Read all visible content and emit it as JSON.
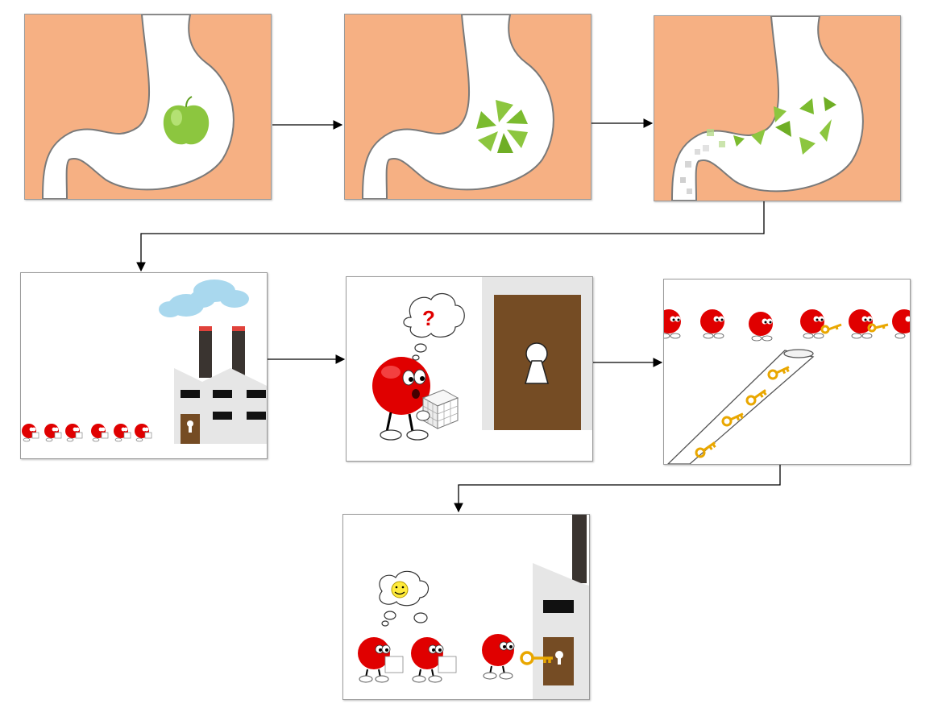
{
  "thought_question": "?",
  "colors": {
    "stomach_bg": "#f6b083",
    "stomach_outline": "#7a7a7a",
    "apple": "#8cc63f",
    "apple_dark": "#5f9e1f",
    "cell_red": "#e00000",
    "cell_highlight": "#ff6a6a",
    "door_brown": "#754c24",
    "key_gold": "#e9a700",
    "factory_grey": "#e6e6e6",
    "chimney_dark": "#3a3430",
    "chimney_band": "#e0423b",
    "smoke_blue": "#a9d8ee",
    "arrow": "#000000"
  },
  "panels": [
    {
      "id": "stomach-whole-apple",
      "icon": "apple-icon"
    },
    {
      "id": "stomach-chopped-apple",
      "icon": "apple-slices-icon"
    },
    {
      "id": "stomach-digesting",
      "icon": "glucose-particles-icon"
    },
    {
      "id": "factory-cells-waiting",
      "icon": "factory-icon"
    },
    {
      "id": "cell-confused-door",
      "icon": "keyhole-door-icon"
    },
    {
      "id": "cells-keys-tube",
      "icon": "key-icon"
    },
    {
      "id": "cells-happy-unlock",
      "icon": "smiley-icon"
    }
  ]
}
